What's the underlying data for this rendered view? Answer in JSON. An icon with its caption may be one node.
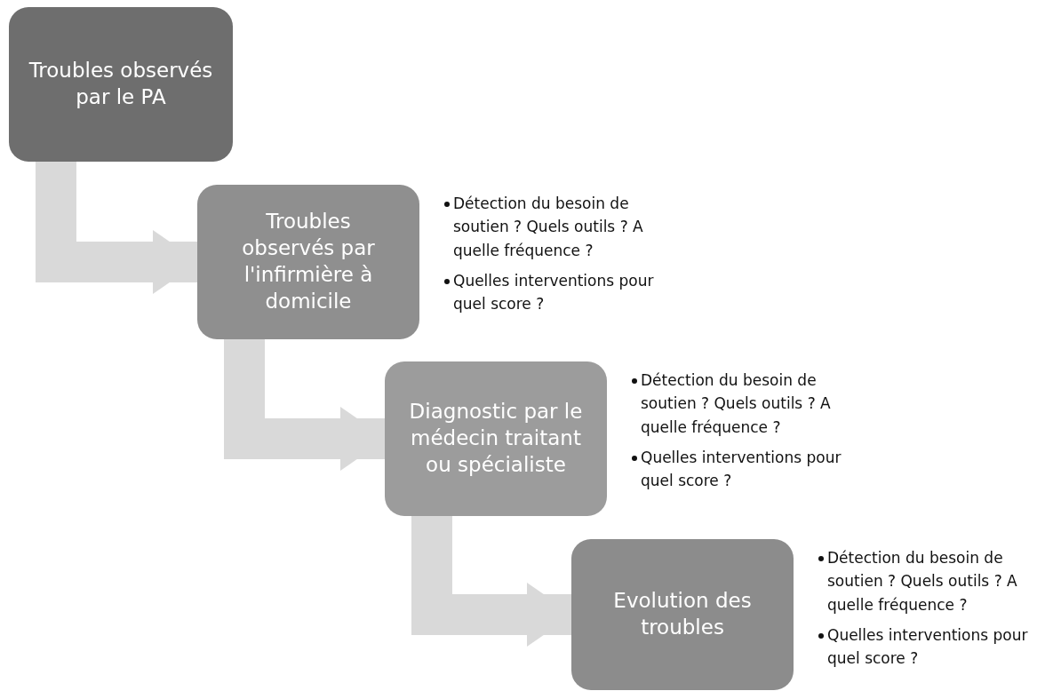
{
  "diagram": {
    "nodes": [
      {
        "text": [
          "Troubles observés par le PA"
        ]
      },
      {
        "text": [
          "Troubles observés par l'infirmière à domicile"
        ],
        "beside": [
          "Détection du besoin de soutien ? Quels outils ? A quelle fréquence ?",
          "Quelles interventions pour quel score ?"
        ]
      },
      {
        "text": [
          "Diagnostic par le médecin traitant ou spécialiste"
        ],
        "beside": [
          "Détection du besoin de soutien ? Quels outils ? A quelle fréquence ?",
          "Quelles interventions pour quel score ?"
        ]
      },
      {
        "text": [
          "Evolution des troubles"
        ],
        "beside": [
          "Détection du besoin de soutien ? Quels outils ? A quelle fréquence ?",
          "Quelles interventions pour quel score ?"
        ]
      }
    ],
    "edges": [
      {
        "from": 0,
        "to": 1,
        "arrow": "to"
      },
      {
        "from": 1,
        "to": 2,
        "arrow": "to"
      },
      {
        "from": 2,
        "to": 3,
        "arrow": "to"
      }
    ]
  }
}
